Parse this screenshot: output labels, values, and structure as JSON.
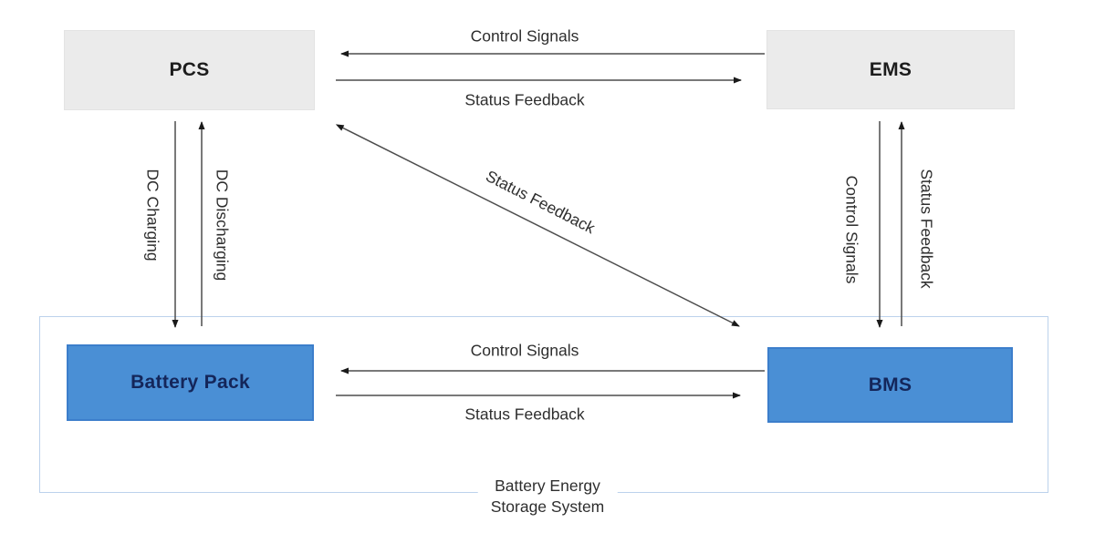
{
  "diagram": {
    "title_implicit": "Battery Energy Storage System signal diagram",
    "nodes": {
      "pcs": {
        "label": "PCS"
      },
      "ems": {
        "label": "EMS"
      },
      "battery_pack": {
        "label": "Battery Pack"
      },
      "bms": {
        "label": "BMS"
      }
    },
    "container": {
      "label_line1": "Battery Energy",
      "label_line2": "Storage System"
    },
    "edges": {
      "ems_to_pcs_control": {
        "label": "Control Signals",
        "direction": "left"
      },
      "pcs_to_ems_status": {
        "label": "Status Feedback",
        "direction": "right"
      },
      "pcs_to_battery_charging": {
        "label": "DC Charging",
        "direction": "down"
      },
      "battery_to_pcs_discharging": {
        "label": "DC Discharging",
        "direction": "up"
      },
      "ems_to_bms_control": {
        "label": "Control Signals",
        "direction": "down"
      },
      "bms_to_ems_status": {
        "label": "Status Feedback",
        "direction": "up"
      },
      "bms_to_battery_control": {
        "label": "Control Signals",
        "direction": "left"
      },
      "battery_to_bms_status": {
        "label": "Status Feedback",
        "direction": "right"
      },
      "bms_pcs_diagonal_status": {
        "label": "Status Feedback",
        "direction": "both"
      }
    },
    "colors": {
      "node_gray_fill": "#ebebeb",
      "node_blue_fill": "#4a8fd5",
      "node_blue_border": "#3c7ecb",
      "node_navy_text": "#14265a",
      "container_border": "#bcd2ec",
      "arrow_line": "#4d4d4d",
      "arrowhead": "#1a1a1a",
      "label_text": "#2e2e2e",
      "background": "#ffffff"
    }
  }
}
